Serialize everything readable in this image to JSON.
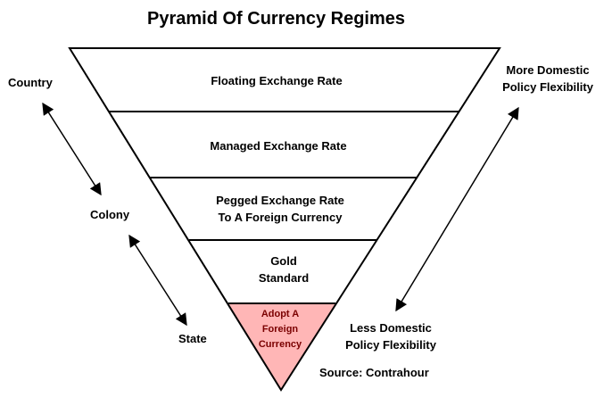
{
  "title": "Pyramid Of Currency Regimes",
  "levels": [
    {
      "label_lines": [
        "Floating Exchange Rate"
      ]
    },
    {
      "label_lines": [
        "Managed Exchange Rate"
      ]
    },
    {
      "label_lines": [
        "Pegged Exchange Rate",
        "To A Foreign Currency"
      ]
    },
    {
      "label_lines": [
        "Gold",
        "Standard"
      ]
    },
    {
      "label_lines": [
        "Adopt A",
        "Foreign",
        "Currency"
      ]
    }
  ],
  "left_scale": {
    "top": "Country",
    "middle": "Colony",
    "bottom": "State"
  },
  "right_scale": {
    "top_lines": [
      "More Domestic",
      "Policy Flexibility"
    ],
    "bottom_lines": [
      "Less Domestic",
      "Policy Flexibility"
    ]
  },
  "source": "Source: Contrahour",
  "colors": {
    "highlight_fill": "#ffb6b6",
    "highlight_text": "#7a0000",
    "line": "#000000",
    "background": "#ffffff"
  }
}
